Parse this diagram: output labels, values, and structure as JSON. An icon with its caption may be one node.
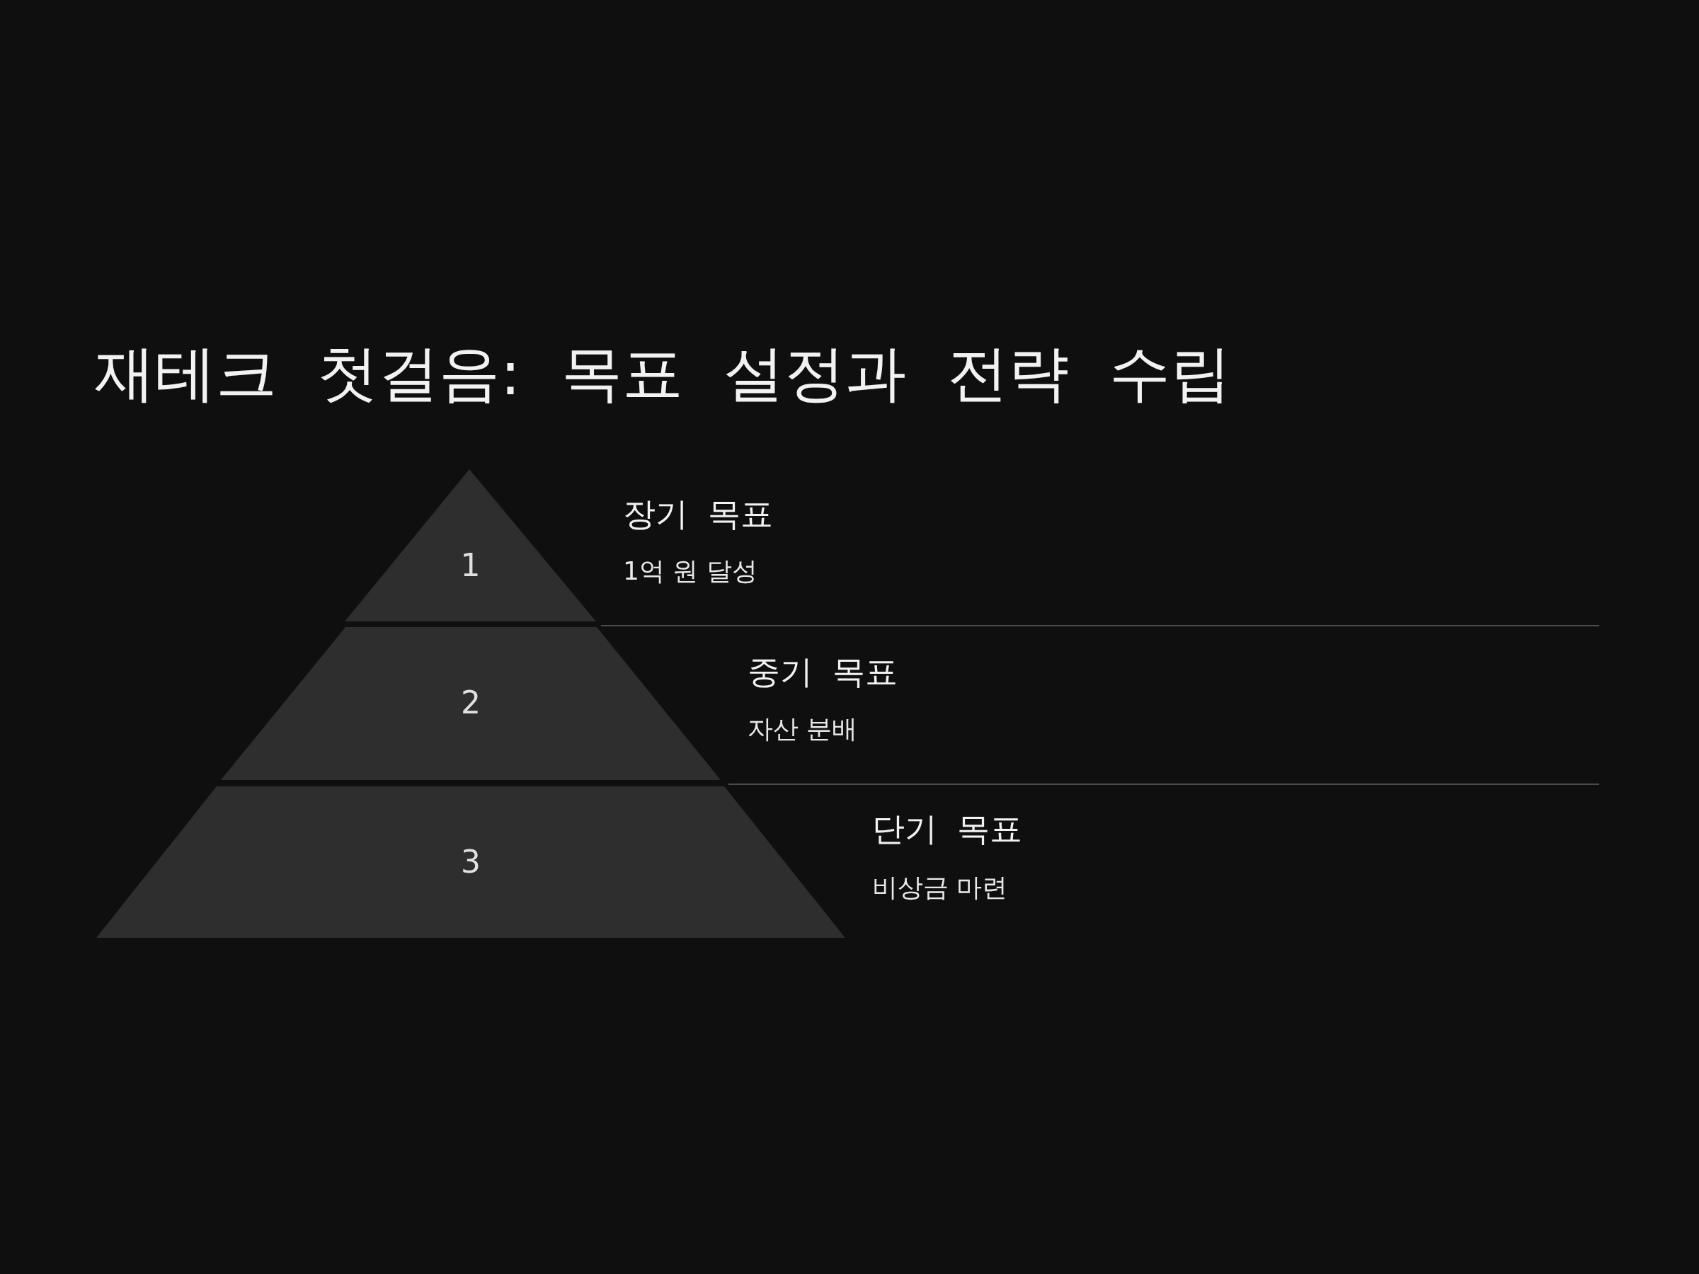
{
  "diagram": {
    "title": "재테크 첫걸음: 목표 설정과 전략 수립",
    "nodes": [
      {
        "text": [
          "1"
        ],
        "beside": [
          "장기 목표",
          "1억 원 달성"
        ]
      },
      {
        "text": [
          "2"
        ],
        "beside": [
          "중기 목표",
          "자산 분배"
        ]
      },
      {
        "text": [
          "3"
        ],
        "beside": [
          "단기 목표",
          "비상금 마련"
        ]
      }
    ],
    "edges": []
  }
}
